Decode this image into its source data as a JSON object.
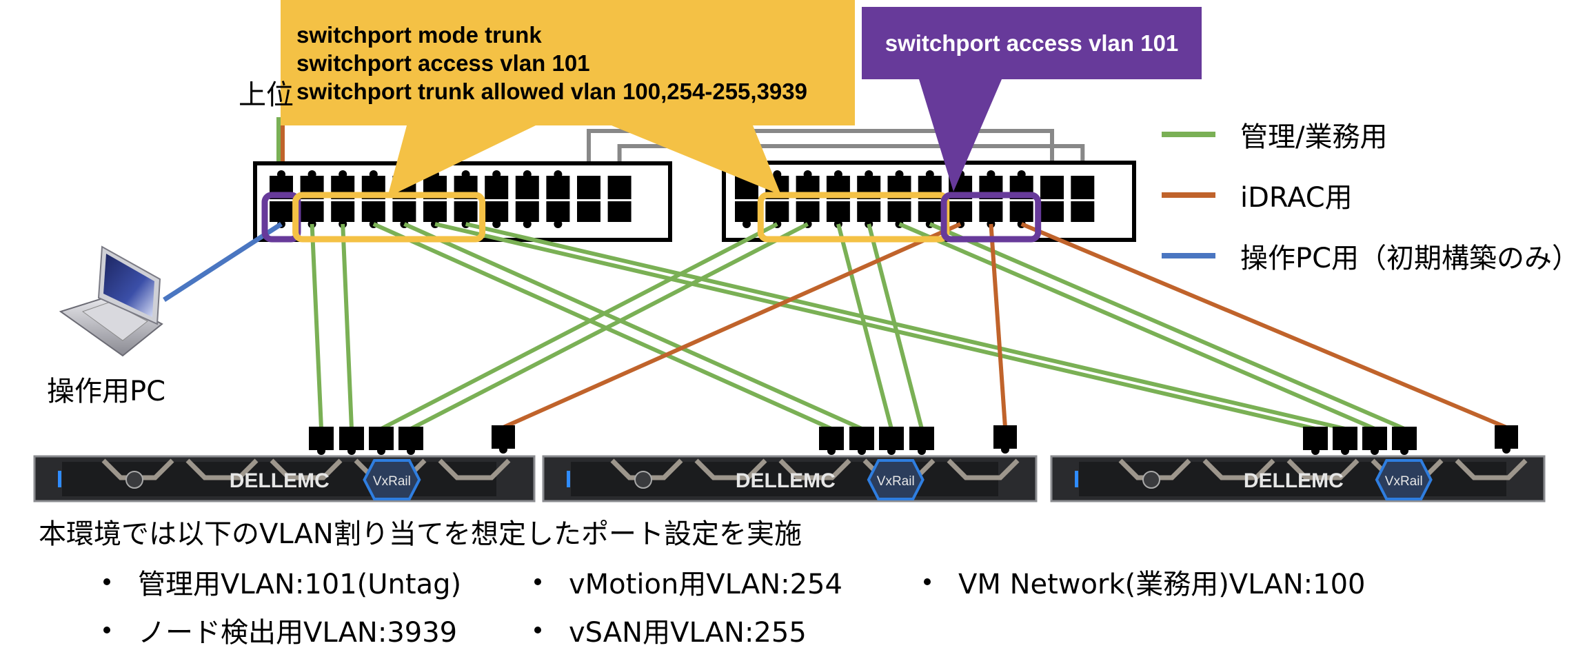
{
  "colors": {
    "mgmt": "#7ab055",
    "idrac": "#c0632b",
    "pc": "#4a76c1",
    "uplink_gray": "#888888",
    "trunk_callout": "#f4c145",
    "access_callout": "#673a9a"
  },
  "callouts": {
    "trunk": {
      "lines": [
        "switchport mode trunk",
        "switchport access vlan 101",
        "switchport trunk allowed vlan 100,254-255,3939"
      ]
    },
    "access": {
      "text": "switchport access vlan 101"
    }
  },
  "labels": {
    "upstream": "上位",
    "operator_pc": "操作用PC"
  },
  "legend": [
    {
      "key": "mgmt",
      "label": "管理/業務用"
    },
    {
      "key": "idrac",
      "label": "iDRAC用"
    },
    {
      "key": "pc",
      "label": "操作PC用（初期構築のみ）"
    }
  ],
  "switches": [
    {
      "id": "switch-left",
      "ports_per_row": 12
    },
    {
      "id": "switch-right",
      "ports_per_row": 12
    }
  ],
  "servers": [
    {
      "id": "node-1",
      "brand": "DELLEMC",
      "model": "VxRail",
      "data_ports": 4,
      "idrac_ports": 1
    },
    {
      "id": "node-2",
      "brand": "DELLEMC",
      "model": "VxRail",
      "data_ports": 4,
      "idrac_ports": 1
    },
    {
      "id": "node-3",
      "brand": "DELLEMC",
      "model": "VxRail",
      "data_ports": 4,
      "idrac_ports": 1
    }
  ],
  "connections": [
    {
      "type": "mgmt",
      "from": [
        "switch-left",
        "bottom",
        1
      ],
      "to": [
        "node-1",
        0
      ]
    },
    {
      "type": "mgmt",
      "from": [
        "switch-left",
        "bottom",
        2
      ],
      "to": [
        "node-1",
        1
      ]
    },
    {
      "type": "mgmt",
      "from": [
        "switch-left",
        "bottom",
        3
      ],
      "to": [
        "node-2",
        0
      ]
    },
    {
      "type": "mgmt",
      "from": [
        "switch-left",
        "bottom",
        4
      ],
      "to": [
        "node-2",
        1
      ]
    },
    {
      "type": "mgmt",
      "from": [
        "switch-left",
        "bottom",
        5
      ],
      "to": [
        "node-3",
        0
      ]
    },
    {
      "type": "mgmt",
      "from": [
        "switch-left",
        "bottom",
        6
      ],
      "to": [
        "node-3",
        1
      ]
    },
    {
      "type": "mgmt",
      "from": [
        "switch-right",
        "bottom",
        1
      ],
      "to": [
        "node-1",
        2
      ]
    },
    {
      "type": "mgmt",
      "from": [
        "switch-right",
        "bottom",
        2
      ],
      "to": [
        "node-1",
        3
      ]
    },
    {
      "type": "mgmt",
      "from": [
        "switch-right",
        "bottom",
        3
      ],
      "to": [
        "node-2",
        2
      ]
    },
    {
      "type": "mgmt",
      "from": [
        "switch-right",
        "bottom",
        4
      ],
      "to": [
        "node-2",
        3
      ]
    },
    {
      "type": "mgmt",
      "from": [
        "switch-right",
        "bottom",
        5
      ],
      "to": [
        "node-3",
        2
      ]
    },
    {
      "type": "mgmt",
      "from": [
        "switch-right",
        "bottom",
        6
      ],
      "to": [
        "node-3",
        3
      ]
    },
    {
      "type": "idrac",
      "from": [
        "switch-right",
        "bottom",
        7
      ],
      "to": [
        "node-1",
        "idrac"
      ]
    },
    {
      "type": "idrac",
      "from": [
        "switch-right",
        "bottom",
        8
      ],
      "to": [
        "node-2",
        "idrac"
      ]
    },
    {
      "type": "idrac",
      "from": [
        "switch-right",
        "bottom",
        9
      ],
      "to": [
        "node-3",
        "idrac"
      ]
    },
    {
      "type": "pc",
      "from": [
        "switch-left",
        "bottom",
        0
      ],
      "to": [
        "operator-pc"
      ]
    }
  ],
  "highlights": [
    {
      "type": "access",
      "switch": "switch-left",
      "row": "bottom",
      "ports": [
        0
      ]
    },
    {
      "type": "trunk",
      "switch": "switch-left",
      "row": "bottom",
      "ports": [
        1,
        2,
        3,
        4,
        5,
        6
      ]
    },
    {
      "type": "trunk",
      "switch": "switch-right",
      "row": "bottom",
      "ports": [
        1,
        2,
        3,
        4,
        5,
        6
      ]
    },
    {
      "type": "access",
      "switch": "switch-right",
      "row": "bottom",
      "ports": [
        7,
        8,
        9
      ]
    }
  ],
  "notes": {
    "intro": "本環境では以下のVLAN割り当てを想定したポート設定を実施",
    "vlans": [
      "管理用VLAN:101(Untag)",
      "vMotion用VLAN:254",
      "VM Network(業務用)VLAN:100",
      "ノード検出用VLAN:3939",
      "vSAN用VLAN:255"
    ]
  }
}
